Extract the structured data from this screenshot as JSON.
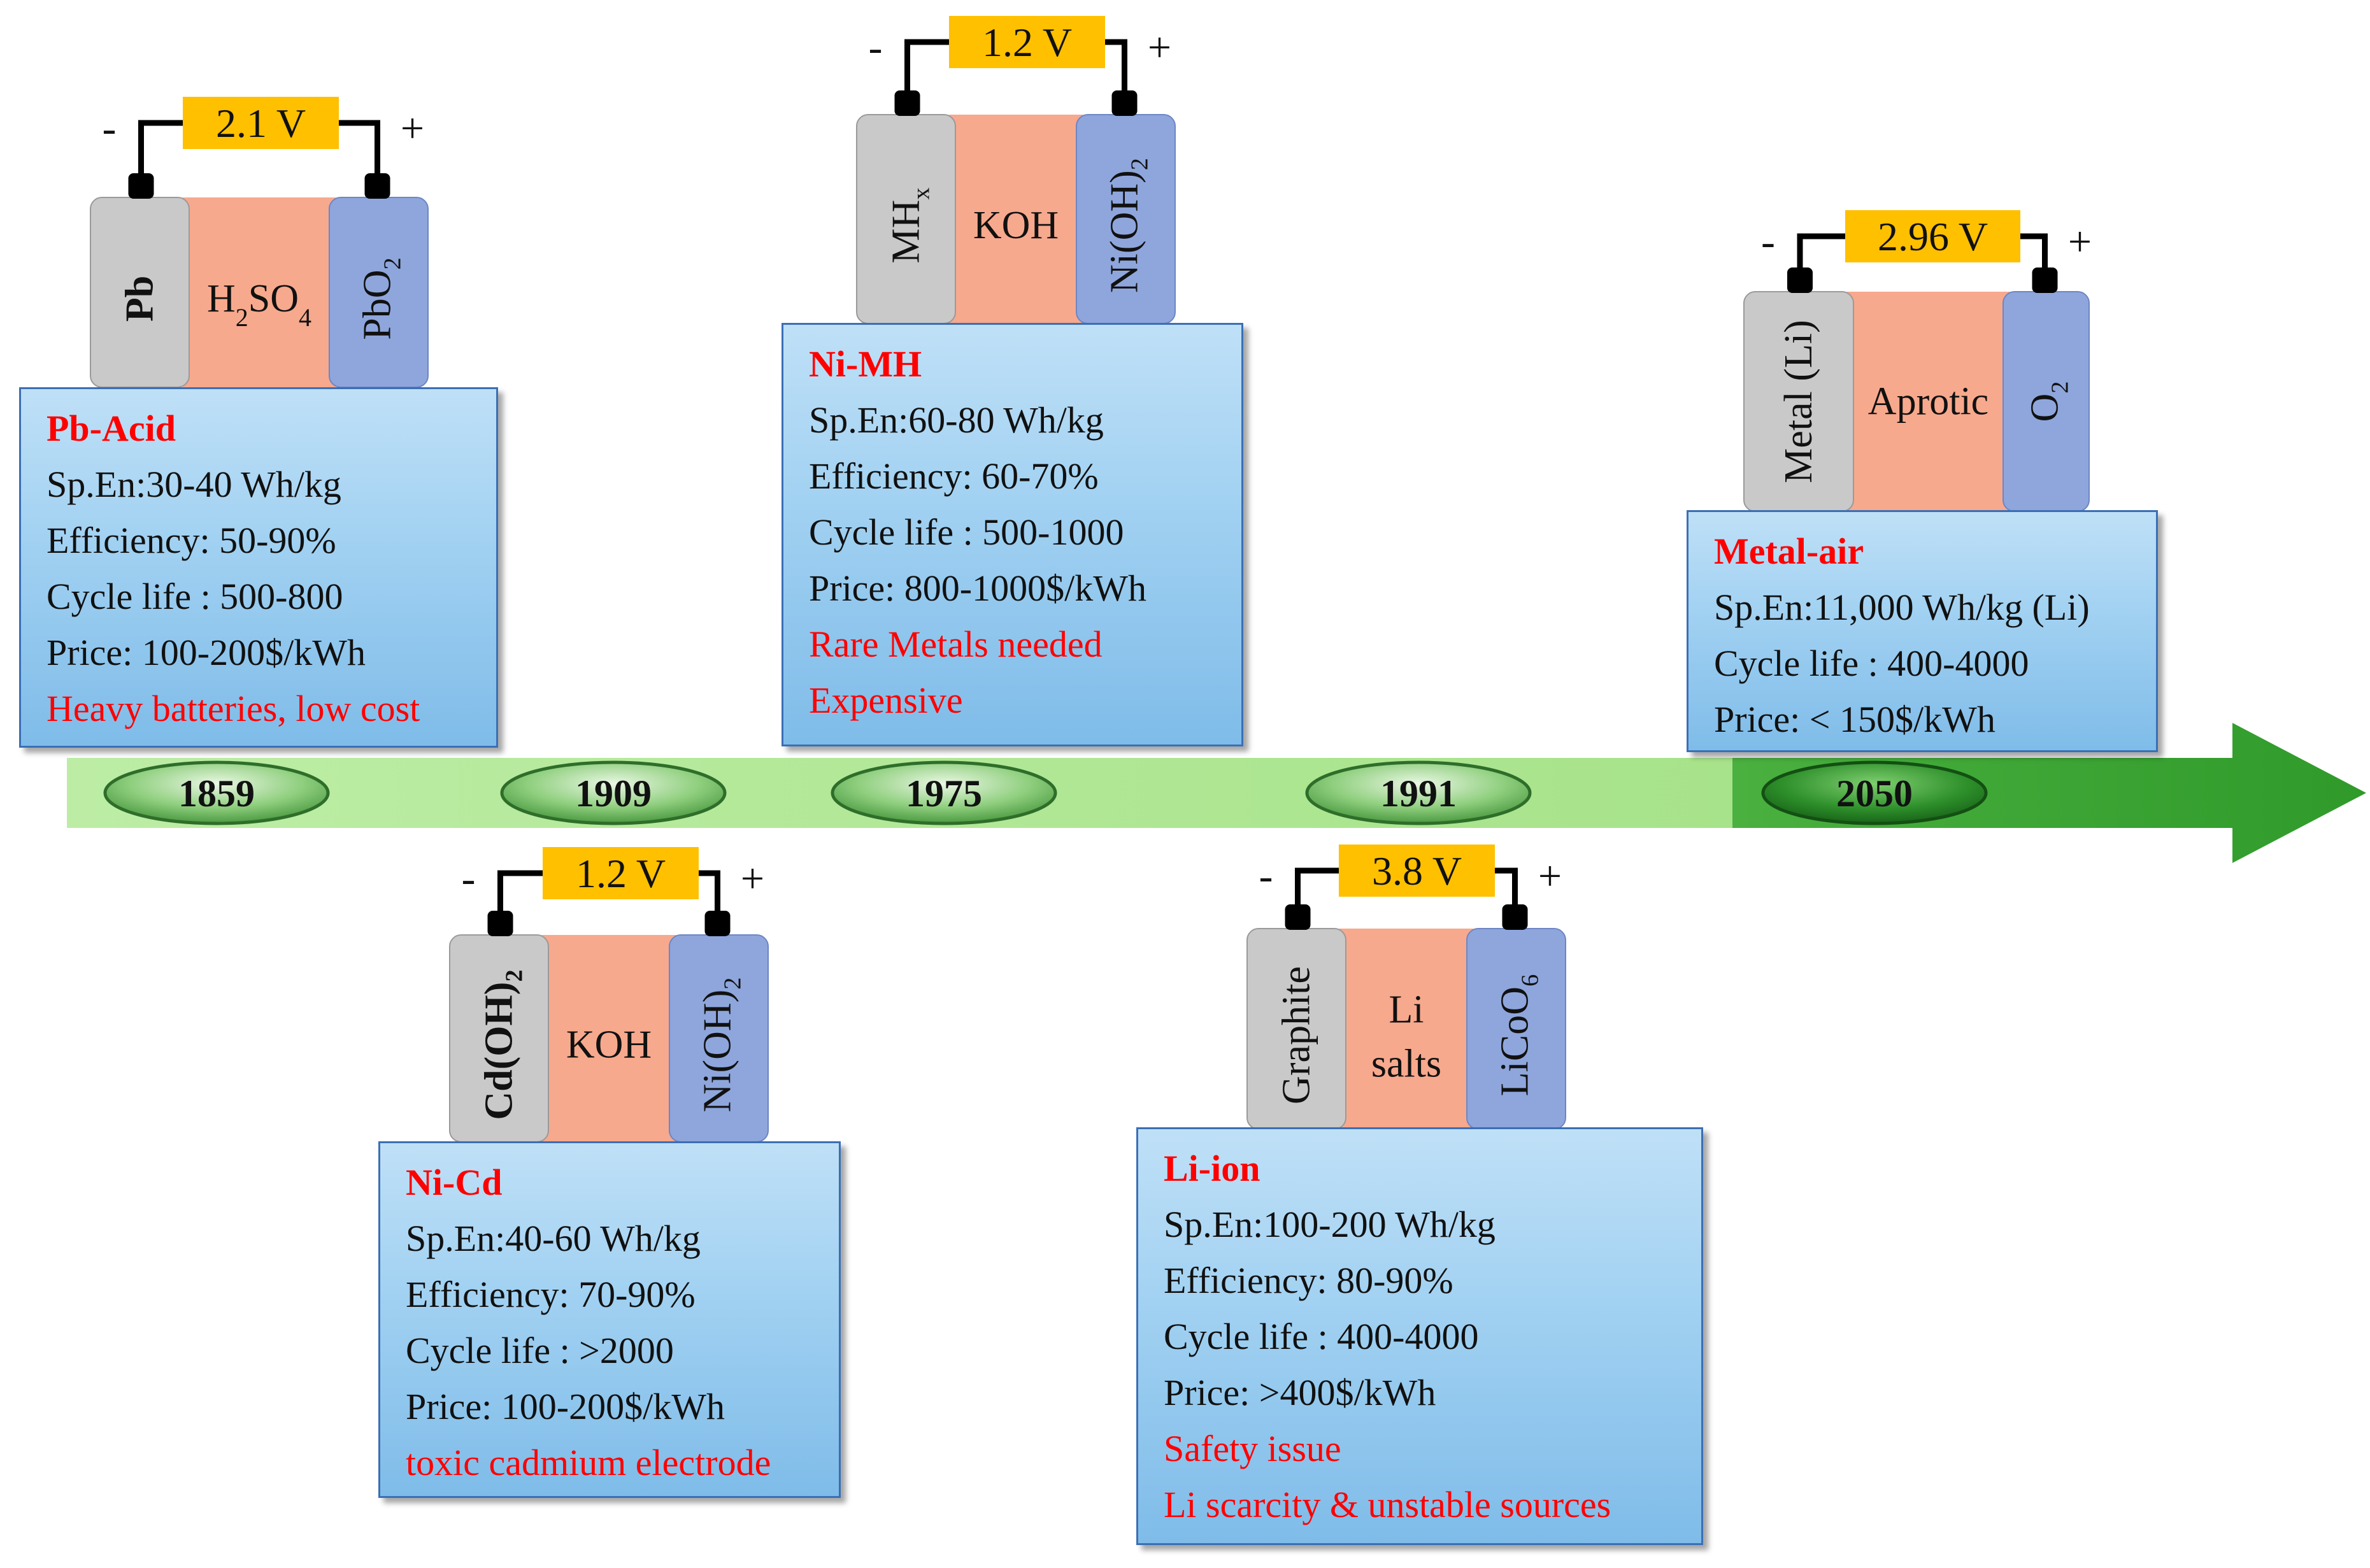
{
  "timeline": {
    "years": [
      "1859",
      "1909",
      "1975",
      "1991",
      "2050"
    ],
    "colors": {
      "arrow_light": "#c9f0b6",
      "arrow_dark": "#3aa334",
      "year_dark": "#2f7d2f"
    }
  },
  "colors": {
    "negative_electrode": "#c9c9c9",
    "electrolyte": "#f7a98d",
    "positive_electrode": "#8ea6dc",
    "voltage_box": "#ffc000",
    "info_box_border": "#3b6fb5",
    "highlight_text": "#ff0000"
  },
  "batteries": [
    {
      "id": "pb-acid",
      "voltage": "2.1 V",
      "minus": "-",
      "plus": "+",
      "negative": {
        "text": "Pb",
        "sub": "",
        "tail": "",
        "bold": true
      },
      "electrolyte": {
        "parts": [
          {
            "t": "H"
          },
          {
            "t": "2",
            "sub": true
          },
          {
            "t": "SO"
          },
          {
            "t": "4",
            "sub": true
          }
        ]
      },
      "positive": {
        "text": "PbO",
        "sub": "2",
        "tail": ""
      },
      "info": {
        "name": "Pb-Acid",
        "specs": [
          "Sp.En:30-40  Wh/kg",
          "Efficiency:  50-90%",
          "Cycle life : 500-800",
          "Price:  100-200$/kWh"
        ],
        "notes": [
          "Heavy batteries, low cost"
        ]
      }
    },
    {
      "id": "ni-cd",
      "voltage": "1.2 V",
      "minus": "-",
      "plus": "+",
      "negative": {
        "text": "Cd(OH)",
        "sub": "2",
        "tail": "",
        "bold": true
      },
      "electrolyte": {
        "parts": [
          {
            "t": "KOH"
          }
        ]
      },
      "positive": {
        "text": "Ni(OH)",
        "sub": "2",
        "tail": ""
      },
      "info": {
        "name": "Ni-Cd",
        "specs": [
          "Sp.En:40-60  Wh/kg",
          "Efficiency:  70-90%",
          "Cycle life : >2000",
          "Price:  100-200$/kWh"
        ],
        "notes": [
          "toxic cadmium electrode"
        ]
      }
    },
    {
      "id": "ni-mh",
      "voltage": "1.2 V",
      "minus": "-",
      "plus": "+",
      "negative": {
        "text": "MH",
        "sub": "x",
        "tail": ""
      },
      "electrolyte": {
        "parts": [
          {
            "t": "KOH"
          }
        ]
      },
      "positive": {
        "text": "Ni(OH)",
        "sub": "2",
        "tail": ""
      },
      "info": {
        "name": "Ni-MH",
        "specs": [
          "Sp.En:60-80  Wh/kg",
          "Efficiency:  60-70%",
          "Cycle life : 500-1000",
          "Price:  800-1000$/kWh"
        ],
        "notes": [
          "Rare Metals needed",
          "Expensive"
        ]
      }
    },
    {
      "id": "li-ion",
      "voltage": "3.8 V",
      "minus": "-",
      "plus": "+",
      "negative": {
        "text": "Graphite",
        "sub": "",
        "tail": ""
      },
      "electrolyte": {
        "parts": [
          {
            "t": "Li"
          }
        ],
        "line2": "salts"
      },
      "positive": {
        "text": "LiCoO",
        "sub": "6",
        "tail": ""
      },
      "info": {
        "name": "Li-ion",
        "specs": [
          "Sp.En:100-200  Wh/kg",
          "Efficiency:  80-90%",
          "Cycle life  : 400-4000",
          "Price:  >400$/kWh"
        ],
        "notes": [
          "Safety issue",
          "Li scarcity & unstable sources"
        ]
      }
    },
    {
      "id": "metal-air",
      "voltage": "2.96 V",
      "minus": "-",
      "plus": "+",
      "negative": {
        "text": "Metal (Li)",
        "sub": "",
        "tail": ""
      },
      "electrolyte": {
        "parts": [
          {
            "t": "Aprotic"
          }
        ]
      },
      "positive": {
        "text": "O",
        "sub": "2",
        "tail": ""
      },
      "info": {
        "name": "Metal-air",
        "specs": [
          "Sp.En:11,000  Wh/kg (Li)",
          "Cycle life  : 400-4000",
          "Price:  < 150$/kWh"
        ],
        "notes": []
      }
    }
  ]
}
